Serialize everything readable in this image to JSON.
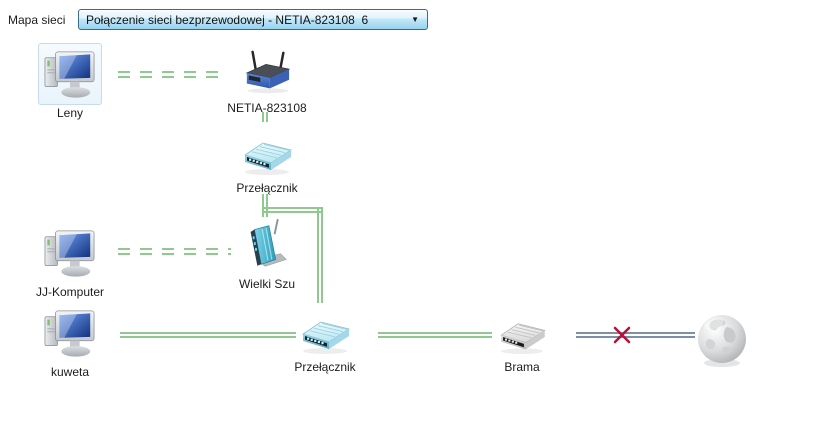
{
  "header": {
    "title": "Mapa sieci",
    "network_selector": {
      "value": "Połączenie sieci bezprzewodowej - NETIA-823108  6",
      "arrow_icon": "▼"
    }
  },
  "nodes": {
    "leny": {
      "label": "Leny",
      "type": "computer",
      "selected": true
    },
    "netia": {
      "label": "NETIA-823108",
      "type": "wireless-router"
    },
    "switch_top": {
      "label": "Przełącznik",
      "type": "switch"
    },
    "wielki_szu": {
      "label": "Wielki Szu",
      "type": "access-point"
    },
    "jj_komputer": {
      "label": "JJ-Komputer",
      "type": "computer"
    },
    "kuweta": {
      "label": "kuweta",
      "type": "computer"
    },
    "switch_bottom": {
      "label": "Przełącznik",
      "type": "switch"
    },
    "brama": {
      "label": "Brama",
      "type": "gateway"
    },
    "internet": {
      "label": "",
      "type": "globe"
    }
  },
  "connections": [
    {
      "from": "leny",
      "to": "netia",
      "kind": "wireless"
    },
    {
      "from": "netia",
      "to": "switch_top",
      "kind": "wired"
    },
    {
      "from": "switch_top",
      "to": "wielki_szu",
      "kind": "wired"
    },
    {
      "from": "switch_top",
      "to": "switch_bottom",
      "kind": "wired"
    },
    {
      "from": "jj_komputer",
      "to": "wielki_szu",
      "kind": "wireless"
    },
    {
      "from": "kuweta",
      "to": "switch_bottom",
      "kind": "wired"
    },
    {
      "from": "switch_bottom",
      "to": "brama",
      "kind": "wired"
    },
    {
      "from": "brama",
      "to": "internet",
      "kind": "blocked",
      "status": "error-x"
    }
  ],
  "colors": {
    "wired_line": "#8fc98f",
    "wireless_line": "#8fc98f",
    "blocked_line": "#7e90a5",
    "error_x": "#b5123c",
    "combo_border": "#3a6a8d",
    "background": "#ffffff"
  }
}
